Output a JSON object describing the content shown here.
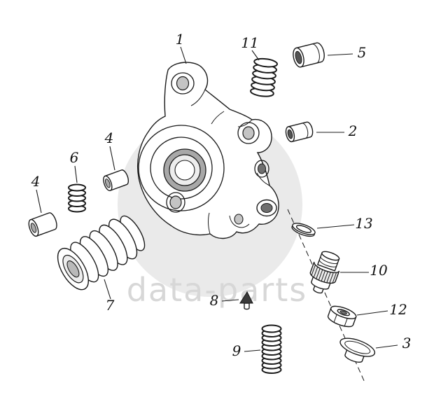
{
  "watermark": {
    "text": "data-parts"
  },
  "colors": {
    "line": "#1a1a1a",
    "watermark_text": "#d7d7d7",
    "watermark_circle": "#eaeaea"
  },
  "parts": {
    "housing": {
      "label": "1"
    },
    "plug_bushing": {
      "label": "2"
    },
    "cap": {
      "label": "3"
    },
    "bushing_upper": {
      "label": "4"
    },
    "bushing_lower": {
      "label": "4"
    },
    "sleeve": {
      "label": "5"
    },
    "spring_small": {
      "label": "6"
    },
    "ribbed_sleeve": {
      "label": "7"
    },
    "valve_poppet": {
      "label": "8"
    },
    "spring_long": {
      "label": "9"
    },
    "valve_assembly": {
      "label": "10"
    },
    "spring_top": {
      "label": "11"
    },
    "nut": {
      "label": "12"
    },
    "washer": {
      "label": "13"
    }
  }
}
